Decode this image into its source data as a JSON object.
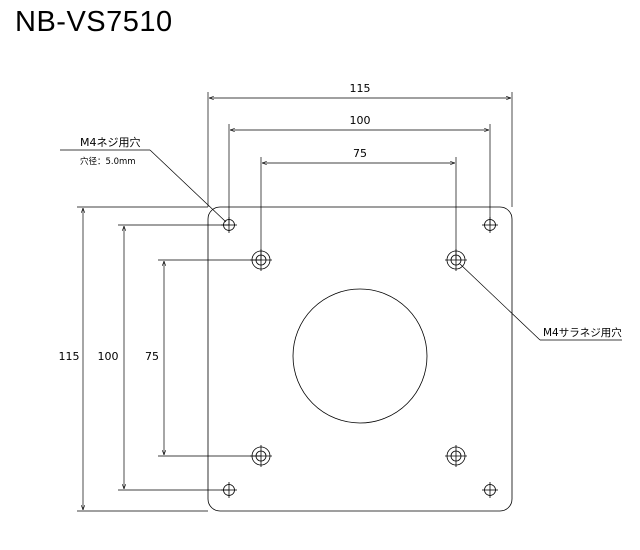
{
  "title": "NB-VS7510",
  "dimensions": {
    "top_115": "115",
    "top_100": "100",
    "top_75": "75",
    "left_115": "115",
    "left_100": "100",
    "left_75": "75"
  },
  "callouts": {
    "m4_hole_label": "M4ネジ用穴",
    "m4_hole_diameter": "穴径：5.0mm",
    "m4_countersunk_label": "M4サラネジ用穴"
  }
}
